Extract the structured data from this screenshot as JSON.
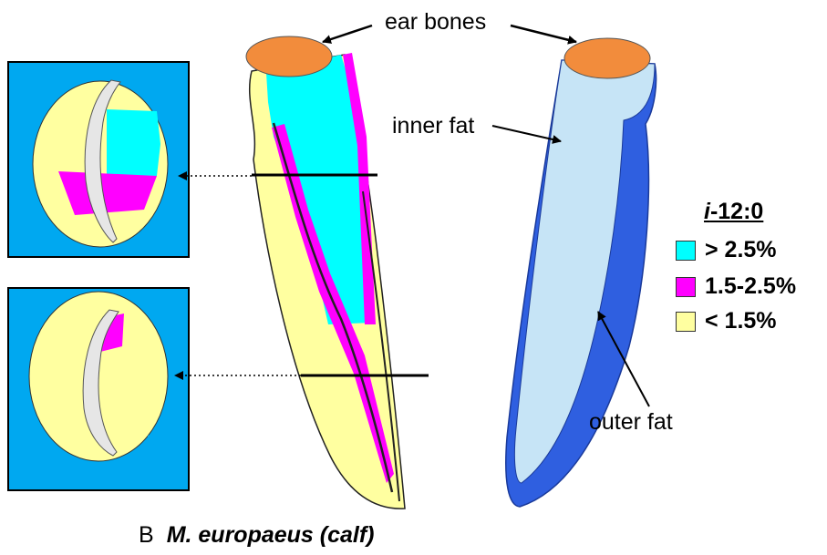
{
  "labels": {
    "ear_bones": "ear bones",
    "inner_fat": "inner fat",
    "outer_fat": "outer fat"
  },
  "legend": {
    "title_prefix": "i",
    "title_suffix": "-12:0",
    "items": [
      {
        "label": "> 2.5%",
        "color": "#00ffff"
      },
      {
        "label": "1.5-2.5%",
        "color": "#ff00ff"
      },
      {
        "label": "< 1.5%",
        "color": "#ffffa0"
      }
    ]
  },
  "caption": {
    "letter": "B",
    "title": "M. europaeus (calf)"
  },
  "colors": {
    "panel_background": "#00a8f0",
    "ear_bone": "#f28c3c",
    "inner_fat": "#c6e4f6",
    "outer_fat": "#2f5fe0",
    "bone_gray": "#e6e6e6"
  }
}
